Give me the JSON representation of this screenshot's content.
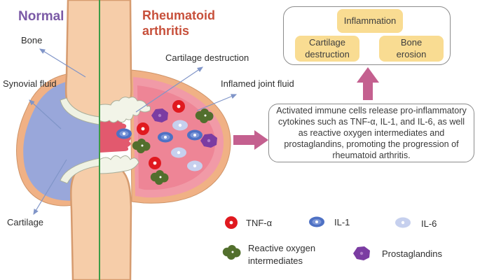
{
  "titles": {
    "normal": "Normal",
    "ra": "Rheumatoid arthritis"
  },
  "anatomy_labels": {
    "bone": "Bone",
    "synovial_fluid": "Synovial fluid",
    "cartilage": "Cartilage",
    "cartilage_destruction": "Cartilage destruction",
    "inflamed_joint_fluid": "Inflamed joint fluid"
  },
  "outcomes": {
    "inflammation": "Inflammation",
    "cartilage_destruction": "Cartilage destruction",
    "bone_erosion": "Bone erosion"
  },
  "description": "Activated immune cells release pro-inflammatory cytokines such as TNF-α, IL-1, and IL-6, as well as reactive oxygen intermediates and prostaglandins, promoting the progression of rheumatoid arthritis.",
  "legend": {
    "tnf": "TNF-α",
    "il1": "IL-1",
    "il6": "IL-6",
    "roi": "Reactive oxygen intermediates",
    "prostaglandins": "Prostaglandins"
  },
  "colors": {
    "normal_title": "#7b5aa6",
    "ra_title": "#c7503b",
    "bone_fill": "#f6cda9",
    "capsule_tan": "#f0b185",
    "synovial_blue": "#99a7da",
    "inflamed_pink": "#ee8596",
    "cartilage_white": "#eff2e3",
    "divider_green": "#3d9b47",
    "arrow_pink": "#c4608f",
    "outcome_yellow": "#f9dc92",
    "tnf_red": "#e0191f",
    "il1_blue": "#4e71c4",
    "il6_lavender": "#c6d0ee",
    "roi_green": "#526f2d",
    "prostaglandin_purple": "#7b3ca2"
  }
}
